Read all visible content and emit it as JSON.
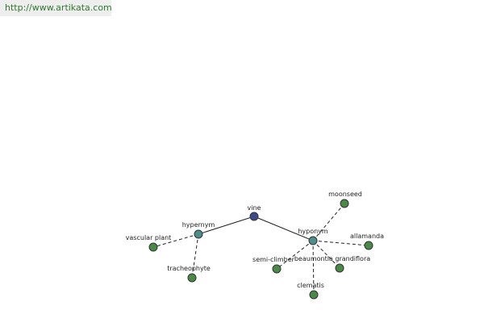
{
  "header": {
    "url": "http://www.artikata.com"
  },
  "colors": {
    "root": "#3b4a8c",
    "category": "#4a8f8c",
    "leaf": "#4a8a47",
    "edge": "#222222",
    "url_text": "#2f7a2f",
    "url_background": "#eeeeee"
  },
  "graph": {
    "nodes": [
      {
        "id": "vine",
        "label": "vine",
        "kind": "root"
      },
      {
        "id": "hypernym",
        "label": "hypernym",
        "kind": "category"
      },
      {
        "id": "hyponym",
        "label": "hyponym",
        "kind": "category"
      },
      {
        "id": "vascular_plant",
        "label": "vascular plant",
        "kind": "leaf"
      },
      {
        "id": "tracheophyte",
        "label": "tracheophyte",
        "kind": "leaf"
      },
      {
        "id": "moonseed",
        "label": "moonseed",
        "kind": "leaf"
      },
      {
        "id": "allamanda",
        "label": "allamanda",
        "kind": "leaf"
      },
      {
        "id": "semi_climber",
        "label": "semi-climber",
        "kind": "leaf"
      },
      {
        "id": "beaumontia",
        "label": "beaumontia grandiflora",
        "kind": "leaf"
      },
      {
        "id": "clematis",
        "label": "clematis",
        "kind": "leaf"
      }
    ],
    "edges": [
      {
        "from": "vine",
        "to": "hypernym",
        "style": "solid"
      },
      {
        "from": "vine",
        "to": "hyponym",
        "style": "solid"
      },
      {
        "from": "hypernym",
        "to": "vascular_plant",
        "style": "dashed"
      },
      {
        "from": "hypernym",
        "to": "tracheophyte",
        "style": "dashed"
      },
      {
        "from": "hyponym",
        "to": "moonseed",
        "style": "dashed"
      },
      {
        "from": "hyponym",
        "to": "allamanda",
        "style": "dashed"
      },
      {
        "from": "hyponym",
        "to": "semi_climber",
        "style": "dashed"
      },
      {
        "from": "hyponym",
        "to": "beaumontia",
        "style": "dashed"
      },
      {
        "from": "hyponym",
        "to": "clematis",
        "style": "dashed"
      }
    ]
  }
}
